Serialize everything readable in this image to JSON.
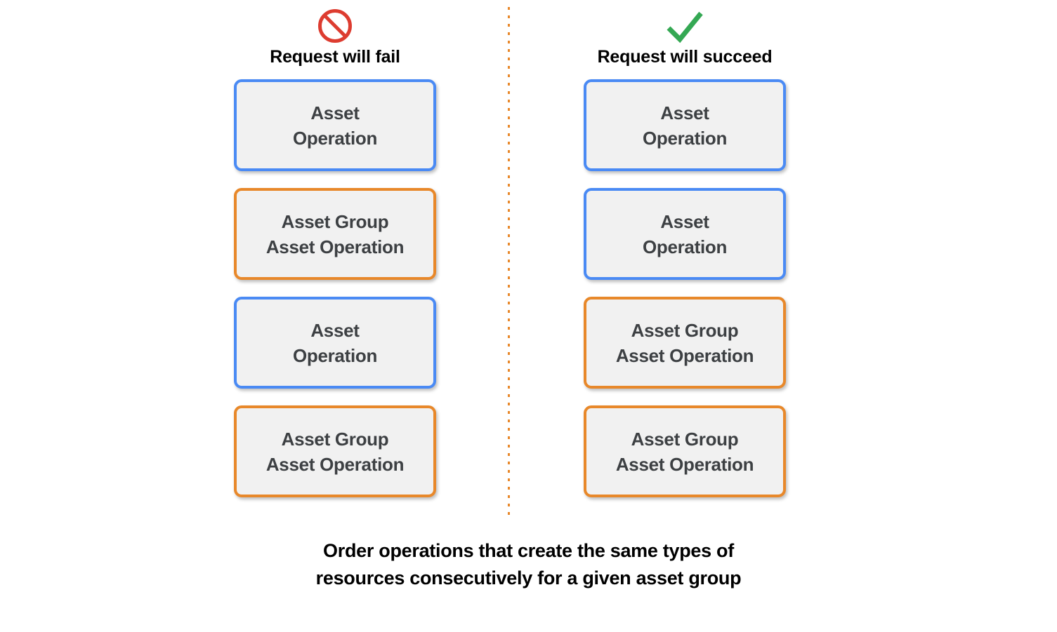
{
  "colors": {
    "background": "#ffffff",
    "box_fill": "#f1f1f1",
    "asset_border": "#4a8af4",
    "asset_group_border": "#e8882a",
    "box_text": "#3d4043",
    "fail_icon": "#dd3c30",
    "succeed_icon": "#34a853",
    "divider": "#e8882a"
  },
  "columns": [
    {
      "id": "fail",
      "icon_name": "prohibited-icon",
      "title": "Request will fail",
      "boxes": [
        {
          "label": "Asset\nOperation",
          "type": "asset"
        },
        {
          "label": "Asset Group\nAsset Operation",
          "type": "asset-group"
        },
        {
          "label": "Asset\nOperation",
          "type": "asset"
        },
        {
          "label": "Asset Group\nAsset Operation",
          "type": "asset-group"
        }
      ]
    },
    {
      "id": "succeed",
      "icon_name": "checkmark-icon",
      "title": "Request will succeed",
      "boxes": [
        {
          "label": "Asset\nOperation",
          "type": "asset"
        },
        {
          "label": "Asset\nOperation",
          "type": "asset"
        },
        {
          "label": "Asset Group\nAsset Operation",
          "type": "asset-group"
        },
        {
          "label": "Asset Group\nAsset Operation",
          "type": "asset-group"
        }
      ]
    }
  ],
  "caption": "Order operations that create the same types of\nresources consecutively for a given asset group"
}
